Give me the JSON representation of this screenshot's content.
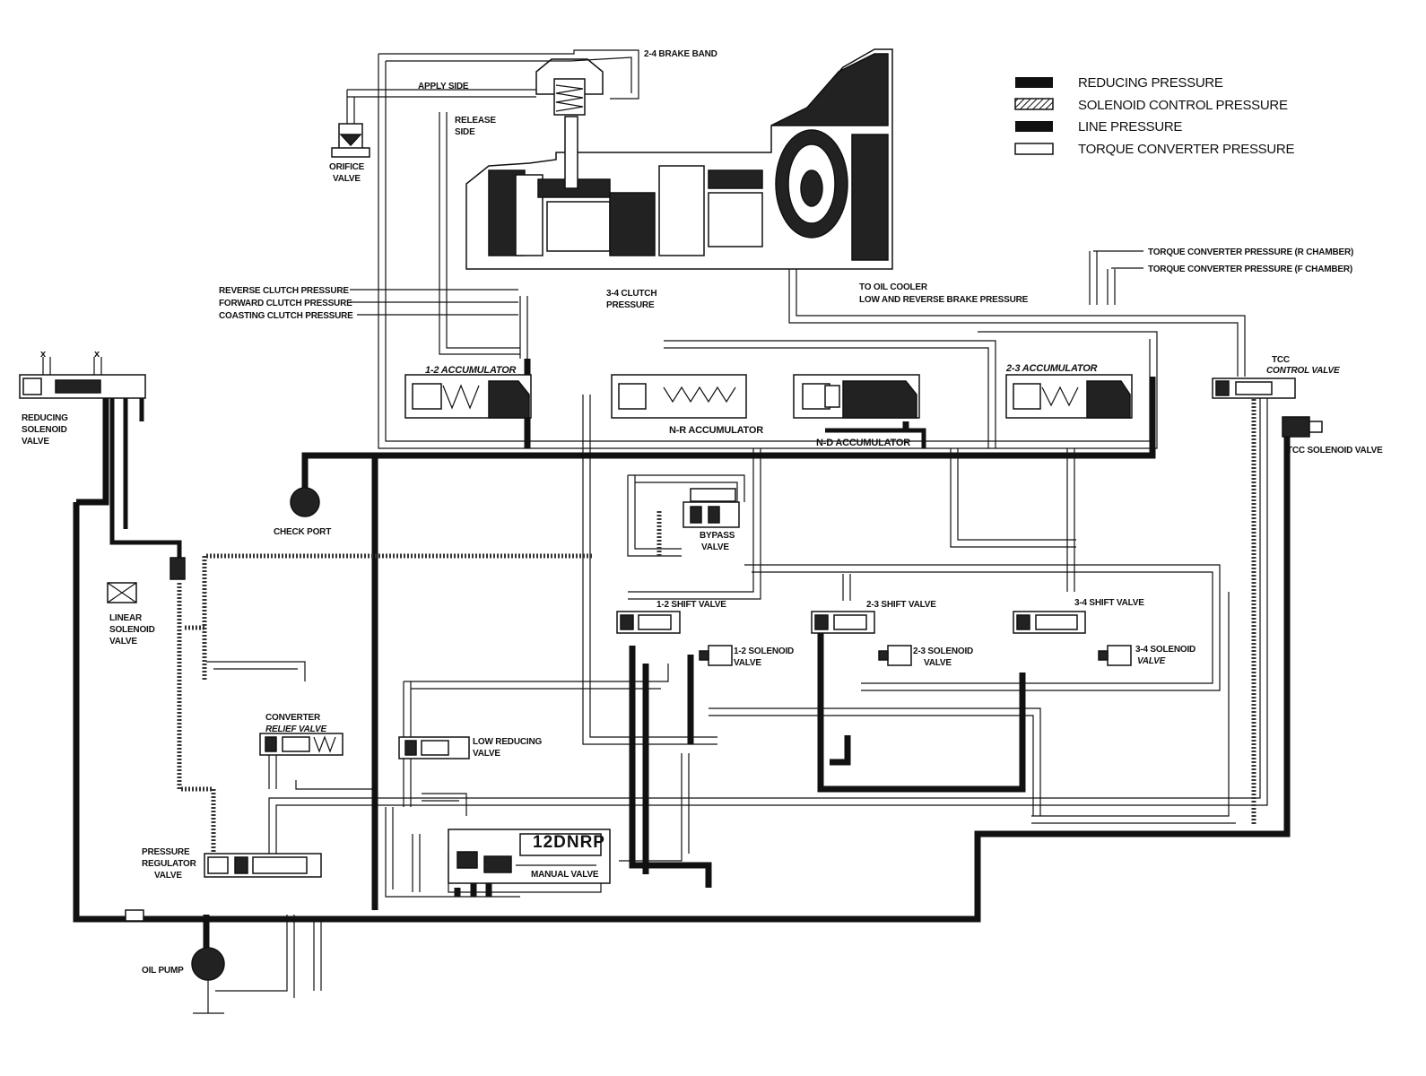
{
  "legend": [
    {
      "key": "reducing",
      "label": "REDUCING PRESSURE"
    },
    {
      "key": "solenoid",
      "label": "SOLENOID CONTROL PRESSURE"
    },
    {
      "key": "line",
      "label": "LINE PRESSURE"
    },
    {
      "key": "converter",
      "label": "TORQUE CONVERTER PRESSURE"
    }
  ],
  "labels": {
    "brake_band": "2-4 BRAKE BAND",
    "apply_side": "APPLY SIDE",
    "release_side_1": "RELEASE",
    "release_side_2": "SIDE",
    "orifice_valve_1": "ORIFICE",
    "orifice_valve_2": "VALVE",
    "reverse_clutch": "REVERSE CLUTCH PRESSURE",
    "forward_clutch": "FORWARD CLUTCH PRESSURE",
    "coasting_clutch": "COASTING CLUTCH PRESSURE",
    "clutch34_1": "3-4 CLUTCH",
    "clutch34_2": "PRESSURE",
    "oil_cooler": "TO OIL COOLER",
    "low_reverse_brake": "LOW AND REVERSE BRAKE PRESSURE",
    "tcp_r": "TORQUE CONVERTER PRESSURE (R CHAMBER)",
    "tcp_f": "TORQUE CONVERTER PRESSURE (F CHAMBER)",
    "reducing_solenoid_1": "REDUCING",
    "reducing_solenoid_2": "SOLENOID",
    "reducing_solenoid_3": "VALVE",
    "acc12": "1-2 ACCUMULATOR",
    "accnr": "N-R ACCUMULATOR",
    "accnd": "N-D ACCUMULATOR",
    "acc23": "2-3 ACCUMULATOR",
    "tcc_control_1": "TCC",
    "tcc_control_2": "CONTROL VALVE",
    "tcc_solenoid": "TCC SOLENOID VALVE",
    "check_port": "CHECK PORT",
    "bypass_1": "BYPASS",
    "bypass_2": "VALVE",
    "linear_1": "LINEAR",
    "linear_2": "SOLENOID",
    "linear_3": "VALVE",
    "shift12": "1-2 SHIFT VALVE",
    "shift23": "2-3 SHIFT VALVE",
    "shift34": "3-4 SHIFT VALVE",
    "sol12_1": "1-2 SOLENOID",
    "sol12_2": "VALVE",
    "sol23_1": "2-3 SOLENOID",
    "sol23_2": "VALVE",
    "sol34_1": "3-4 SOLENOID",
    "sol34_2": "VALVE",
    "converter_relief_1": "CONVERTER",
    "converter_relief_2": "RELIEF VALVE",
    "low_reducing_1": "LOW REDUCING",
    "low_reducing_2": "VALVE",
    "pressure_reg_1": "PRESSURE",
    "pressure_reg_2": "REGULATOR",
    "pressure_reg_3": "VALVE",
    "manual_positions": "12DNRP",
    "manual_valve": "MANUAL VALVE",
    "oil_pump": "OIL PUMP",
    "exhaust_mark": "x"
  }
}
